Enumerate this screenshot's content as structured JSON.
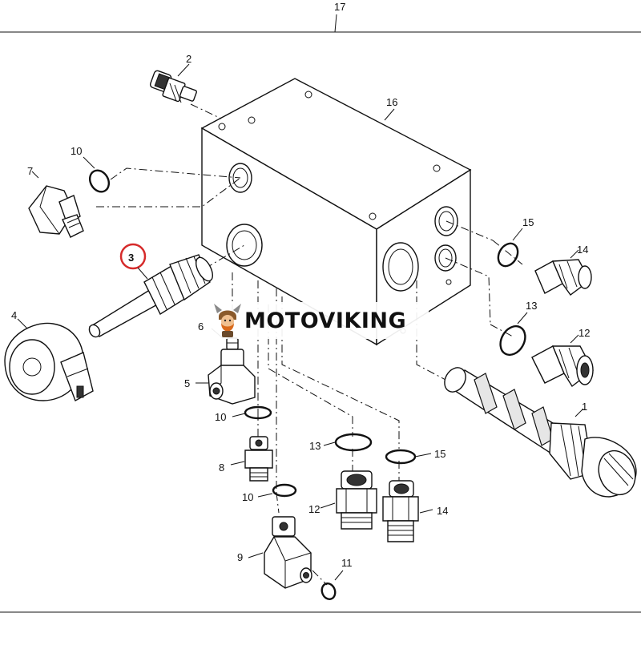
{
  "diagram": {
    "assembly_label": "17",
    "callouts": [
      "1",
      "2",
      "3",
      "4",
      "5",
      "6",
      "7",
      "8",
      "9",
      "10",
      "10",
      "10",
      "11",
      "12",
      "12",
      "13",
      "13",
      "14",
      "14",
      "15",
      "15",
      "16"
    ],
    "highlighted_callout": "3",
    "highlight_color": "#d62b2b"
  },
  "watermark": {
    "text": "MOTOVIKING",
    "logo": "viking-mascot-logo"
  }
}
